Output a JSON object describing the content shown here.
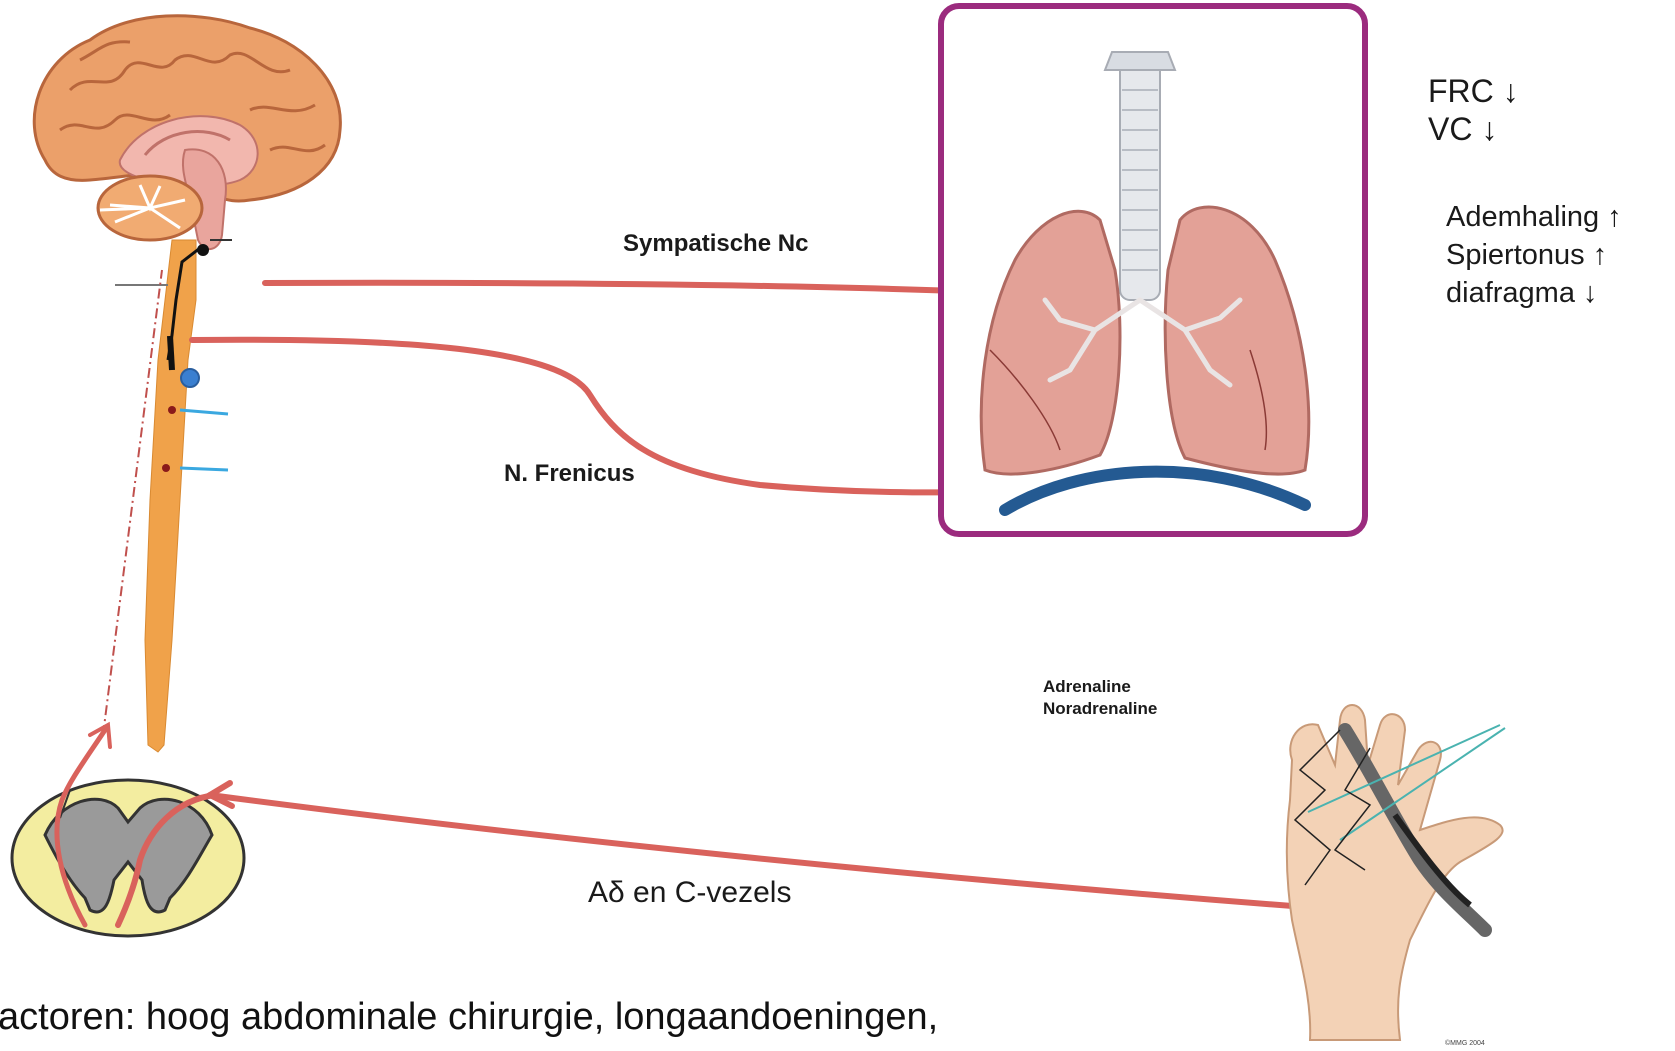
{
  "labels": {
    "sympathetic": "Sympatische Nc",
    "phrenic": "N. Frenicus",
    "fibers": "Aδ en C-vezels",
    "hormones": [
      "Adrenaline",
      "Noradrenaline"
    ],
    "volumes": [
      "FRC ↓",
      "VC ↓"
    ],
    "effects": [
      "Ademhaling ↑",
      "Spiertonus ↑",
      "diafragma ↓"
    ],
    "footer": "actoren: hoog abdominale chirurgie, longaandoeningen,",
    "copyright": "©MMG 2004"
  },
  "colors": {
    "nerve": "#d9625c",
    "frame": "#9b2b7e",
    "diaphragm": "#245a92",
    "spinal_cord": "#f0a24a",
    "brain": "#e89a5a",
    "lung": "#e3a197",
    "grey_matter": "#9a9a9a",
    "white_matter": "#f3eda0"
  },
  "icons": [
    "brain-icon",
    "spinal-cord-icon",
    "lungs-icon",
    "hand-incision-icon",
    "spinal-cross-section-icon"
  ]
}
